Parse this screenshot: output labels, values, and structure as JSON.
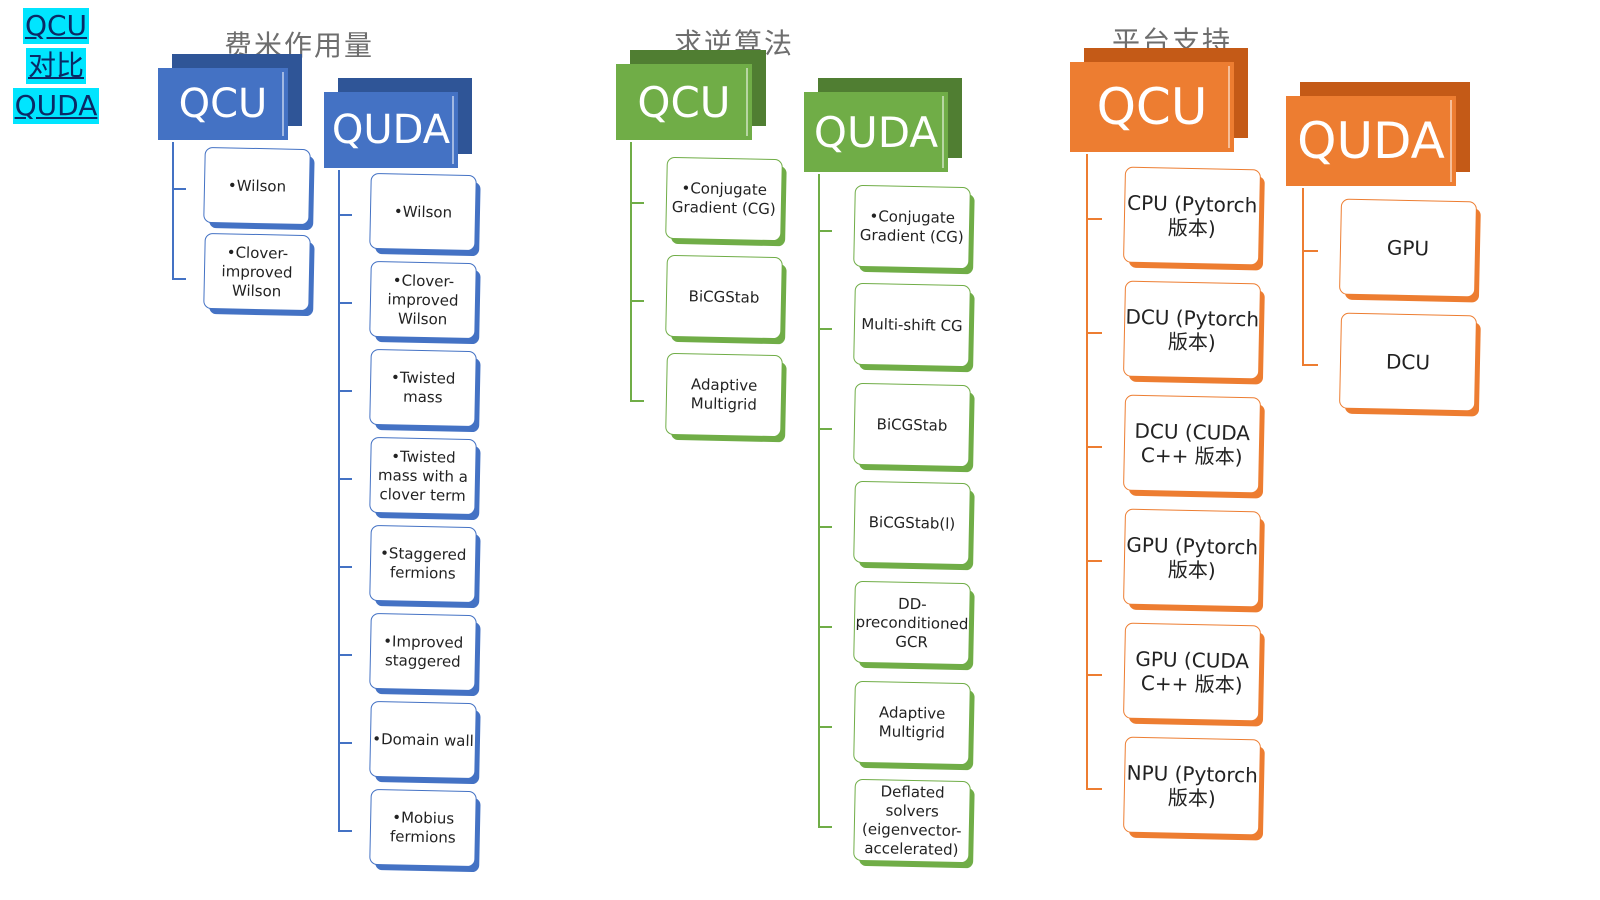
{
  "corner_title": {
    "line1": "QCU",
    "line2": "对比",
    "line3": "QUDA"
  },
  "columns": [
    {
      "heading": "费米作用量",
      "color": "#4472c4",
      "qcu": {
        "label": "QCU",
        "items": [
          "•Wilson",
          "•Clover-improved Wilson"
        ]
      },
      "quda": {
        "label": "QUDA",
        "items": [
          "•Wilson",
          "•Clover-improved Wilson",
          "•Twisted mass",
          "•Twisted mass with a clover term",
          "•Staggered fermions",
          "•Improved staggered",
          "•Domain wall",
          "•Mobius fermions"
        ]
      }
    },
    {
      "heading": "求逆算法",
      "color": "#70ad47",
      "qcu": {
        "label": "QCU",
        "items": [
          "•Conjugate Gradient (CG)",
          "BiCGStab",
          "Adaptive Multigrid"
        ]
      },
      "quda": {
        "label": "QUDA",
        "items": [
          "•Conjugate Gradient (CG)",
          "Multi-shift CG",
          "BiCGStab",
          "BiCGStab(l)",
          "DD-preconditioned GCR",
          "Adaptive Multigrid",
          "Deflated solvers (eigenvector-accelerated)"
        ]
      }
    },
    {
      "heading": "平台支持",
      "color": "#ed7d31",
      "qcu": {
        "label": "QCU",
        "items": [
          "CPU (Pytorch 版本)",
          "DCU (Pytorch 版本)",
          "DCU (CUDA C++ 版本)",
          "GPU (Pytorch 版本)",
          "GPU (CUDA C++ 版本)",
          "NPU (Pytorch 版本)"
        ]
      },
      "quda": {
        "label": "QUDA",
        "items": [
          "GPU",
          "DCU"
        ]
      }
    }
  ]
}
